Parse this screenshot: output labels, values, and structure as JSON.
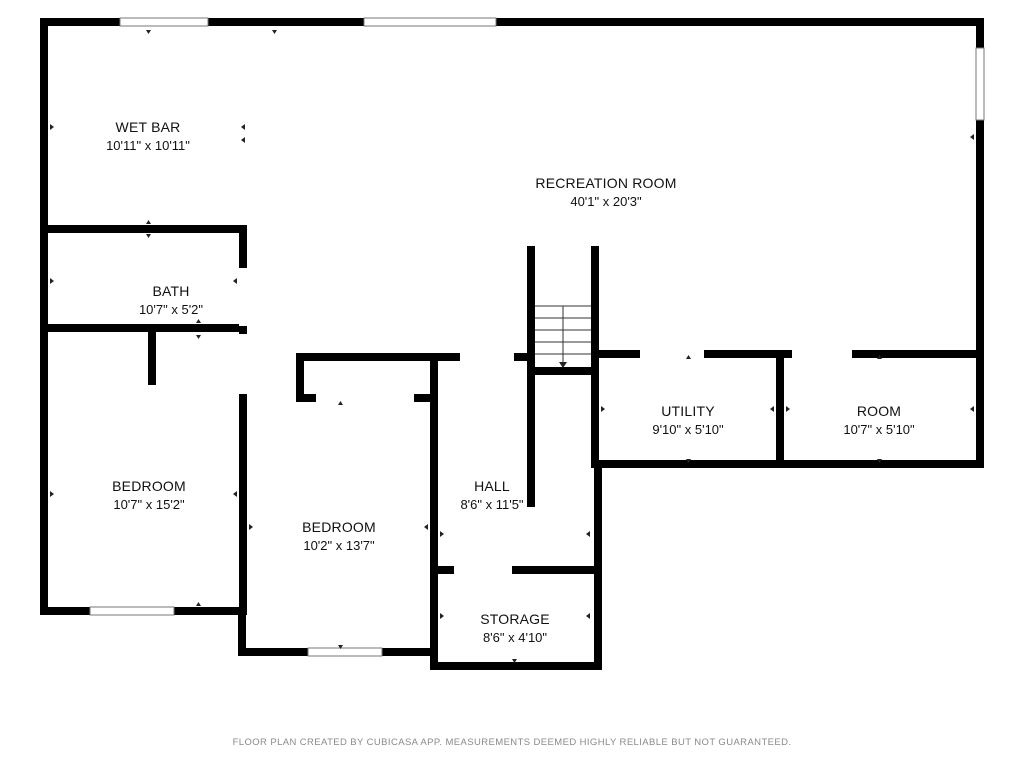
{
  "rooms": {
    "wet_bar": {
      "name": "WET BAR",
      "dims": "10'11\" x 10'11\""
    },
    "recreation": {
      "name": "RECREATION ROOM",
      "dims": "40'1\" x 20'3\""
    },
    "bath": {
      "name": "BATH",
      "dims": "10'7\" x 5'2\""
    },
    "bedroom1": {
      "name": "BEDROOM",
      "dims": "10'7\" x 15'2\""
    },
    "bedroom2": {
      "name": "BEDROOM",
      "dims": "10'2\" x 13'7\""
    },
    "hall": {
      "name": "HALL",
      "dims": "8'6\" x 11'5\""
    },
    "utility": {
      "name": "UTILITY",
      "dims": "9'10\" x 5'10\""
    },
    "room": {
      "name": "ROOM",
      "dims": "10'7\" x 5'10\""
    },
    "storage": {
      "name": "STORAGE",
      "dims": "8'6\" x 4'10\""
    }
  },
  "footer": "FLOOR PLAN CREATED BY CUBICASA APP. MEASUREMENTS DEEMED HIGHLY RELIABLE BUT NOT GUARANTEED.",
  "colors": {
    "wall": "#000000",
    "background": "#ffffff",
    "footer_text": "#8a8a8a"
  }
}
